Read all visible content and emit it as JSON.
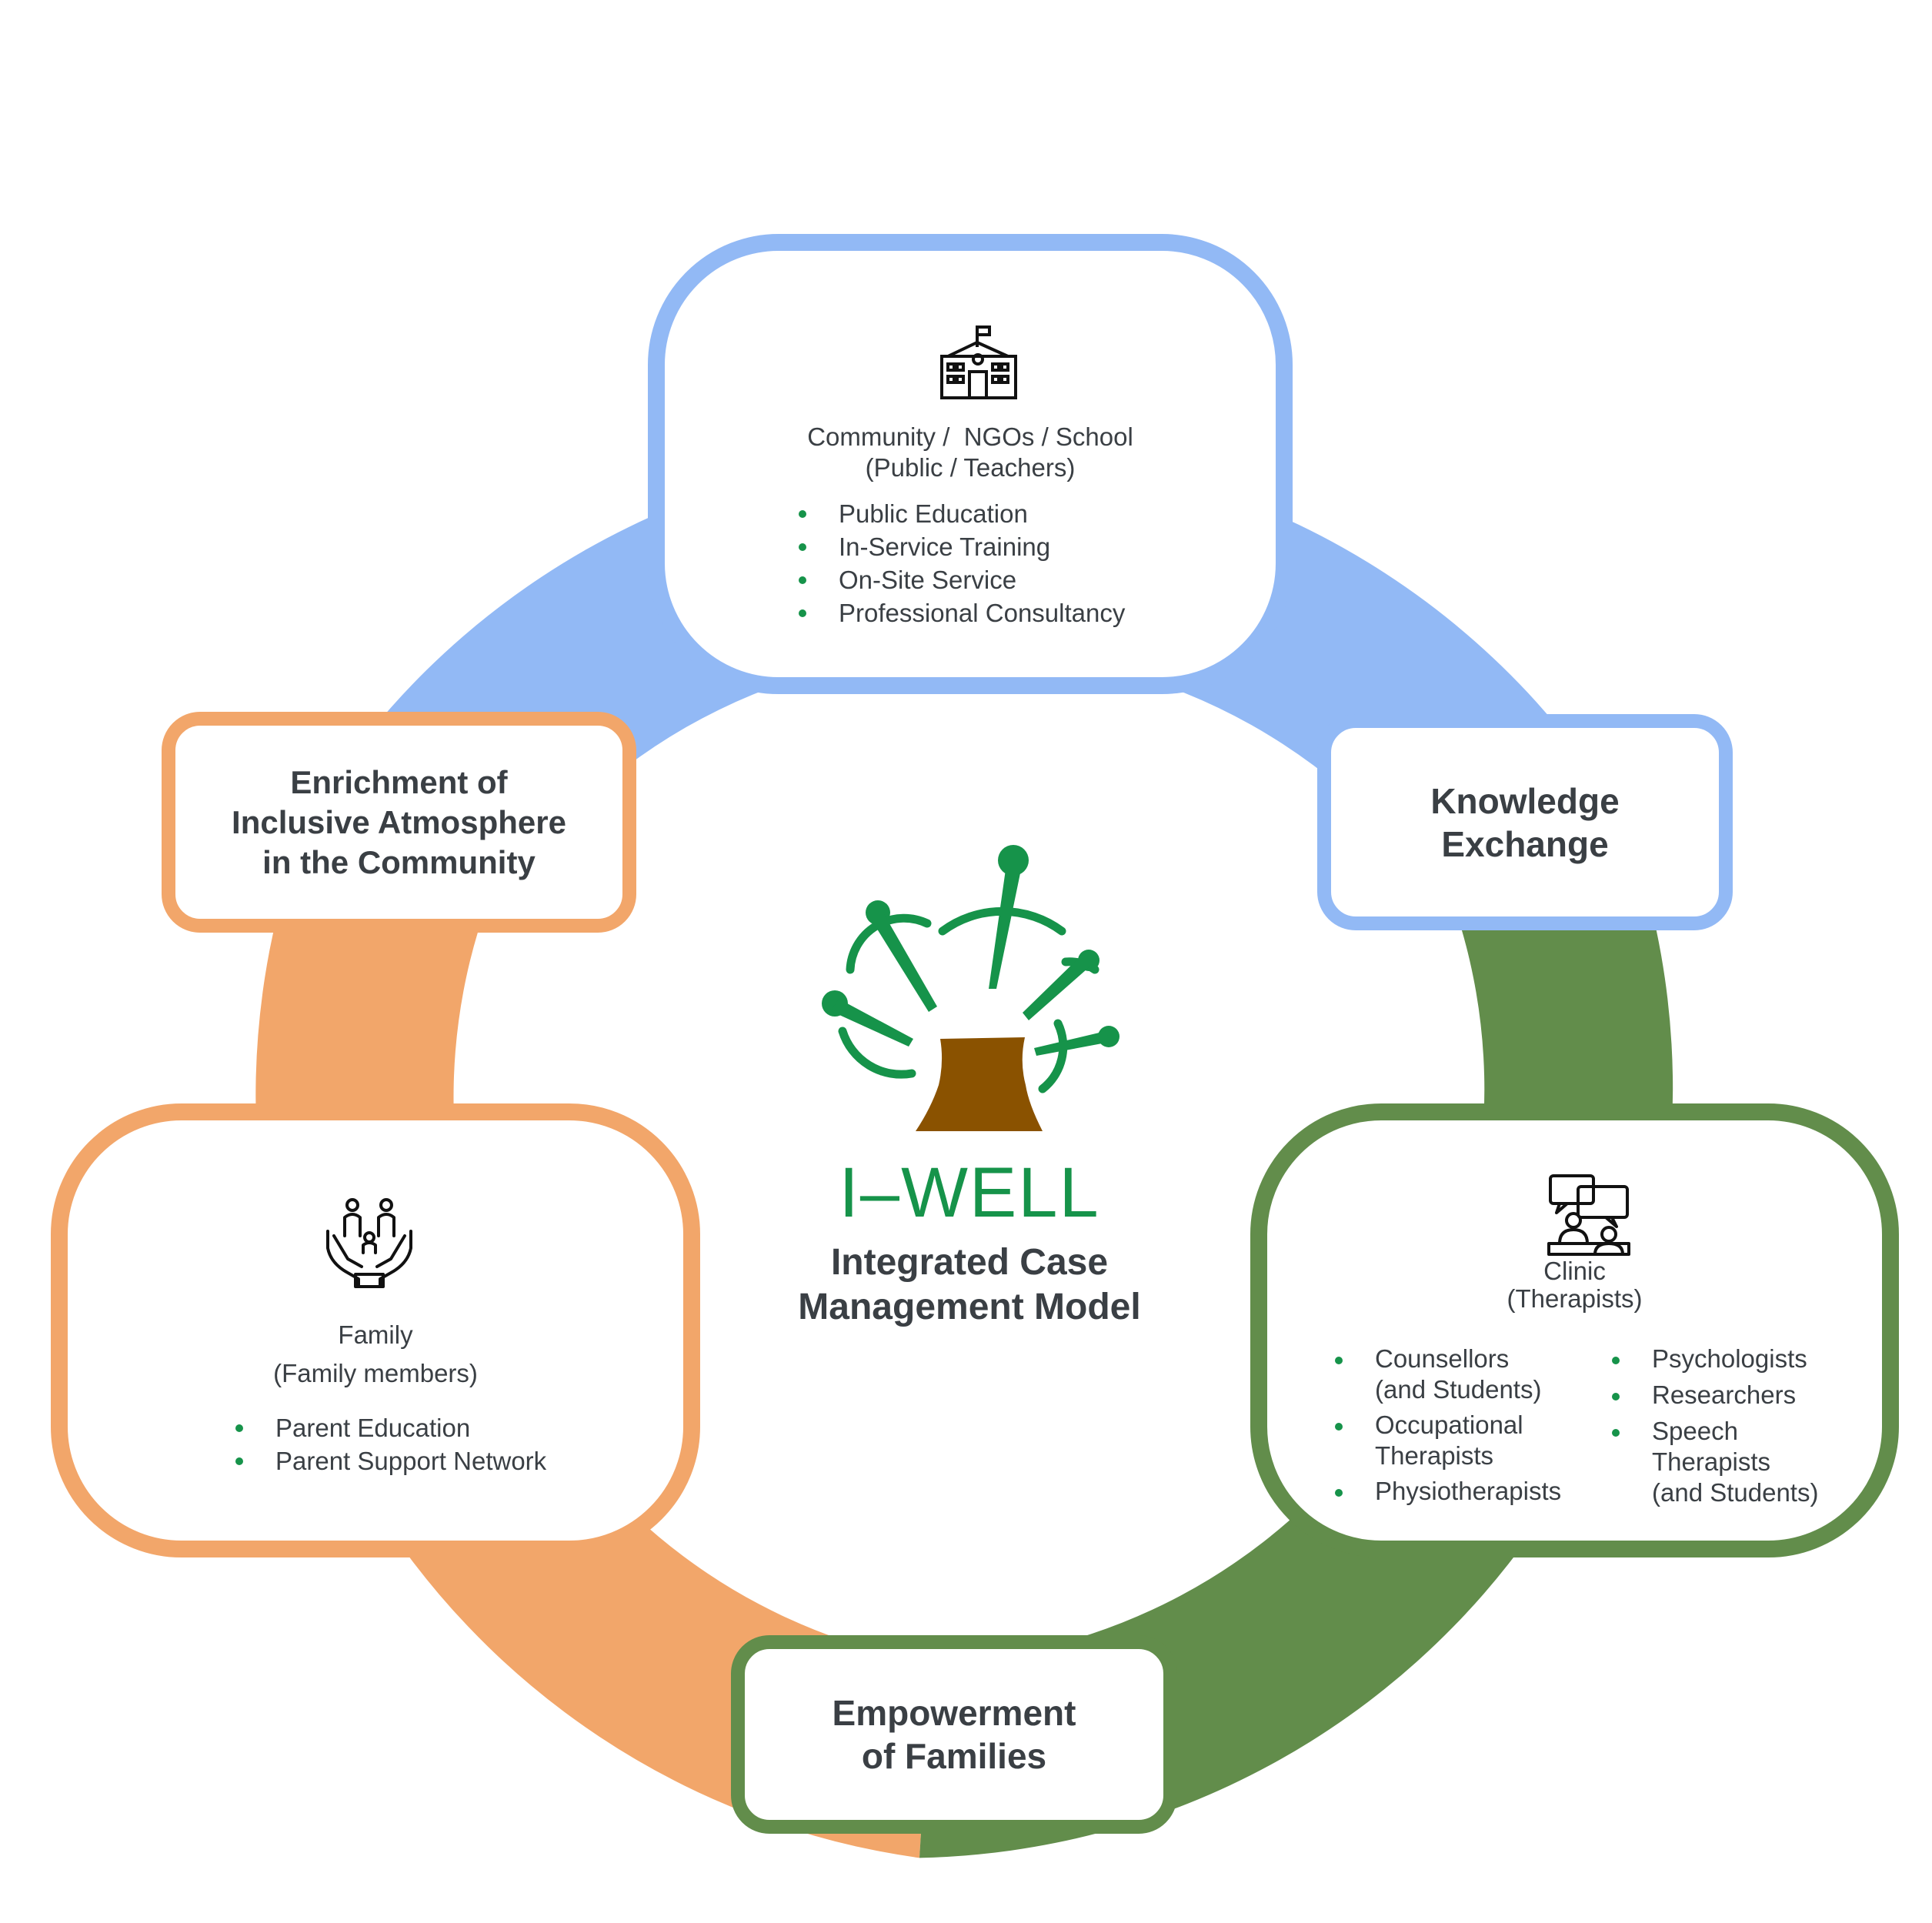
{
  "brand": {
    "name": "I–WELL",
    "subtitle_line1": "Integrated Case",
    "subtitle_line2": "Management Model"
  },
  "community": {
    "icon": "school-building-icon",
    "title_line1": "Community /  NGOs / School",
    "title_line2": "(Public / Teachers)",
    "items": [
      "Public Education",
      "In-Service Training",
      "On-Site Service",
      "Professional Consultancy"
    ]
  },
  "family": {
    "icon": "family-in-hands-icon",
    "title_line1": "Family",
    "title_line2": "(Family members)",
    "items": [
      "Parent Education",
      "Parent Support Network"
    ]
  },
  "clinic": {
    "icon": "consultation-chat-icon",
    "title_line1": "Clinic",
    "title_line2": "(Therapists)",
    "col1": [
      [
        "Counsellors",
        "(and Students)"
      ],
      [
        "Occupational",
        "Therapists"
      ],
      [
        "Physiotherapists"
      ]
    ],
    "col2": [
      [
        "Psychologists"
      ],
      [
        "Researchers"
      ],
      [
        "Speech",
        "Therapists",
        "(and Students)"
      ]
    ]
  },
  "outcomes": {
    "enrichment": [
      "Enrichment of",
      "Inclusive Atmosphere",
      "in the Community"
    ],
    "knowledge": [
      "Knowledge",
      "Exchange"
    ],
    "empowerment": [
      "Empowerment",
      "of Families"
    ]
  },
  "colors": {
    "blue": "#92b9f5",
    "orange": "#f2a66a",
    "green": "#628d4b",
    "brand_green": "#16934a",
    "trunk": "#8a5200",
    "text": "#3a3f44"
  }
}
